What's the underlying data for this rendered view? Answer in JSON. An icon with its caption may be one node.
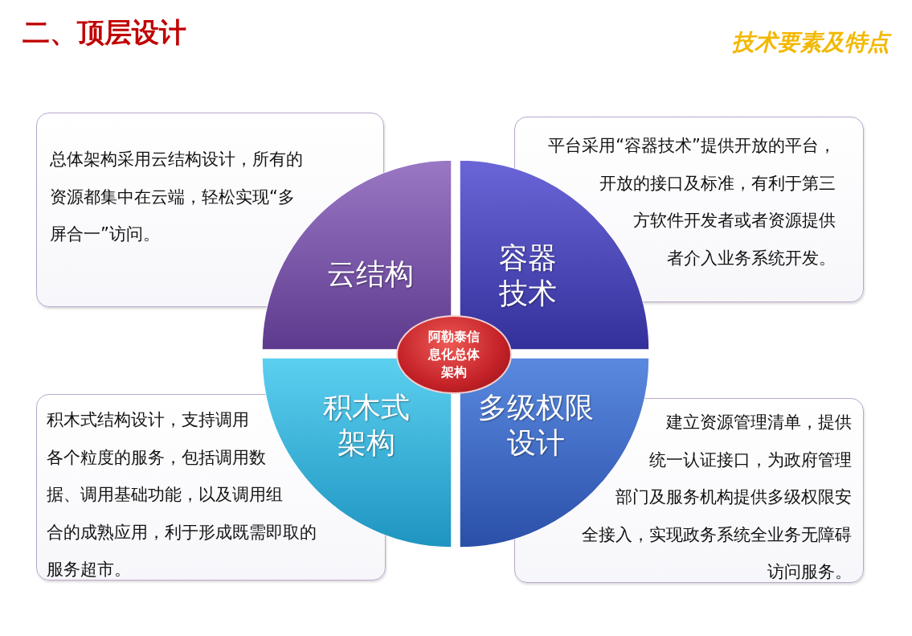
{
  "diagram": {
    "title": "二、顶层设计",
    "nodes": [
      {
        "text": [
          "总体架构采用云结构设计，所有的资源都集中在云端，轻松实现“多屏合一”访问。"
        ]
      },
      {
        "text": [
          "云结构"
        ]
      },
      {
        "text": [
          "容器技术"
        ]
      },
      {
        "text": [
          "平台采用“容器技术”提供开放的平台，开放的接口及标准，有利于第三方软件开发者或者资源提供者介入业务系统开发。"
        ]
      },
      {
        "text": [
          "积木式结构设计，支持调用各个粒度的服务，包括调用数据、调用基础功能，以及调用组合的成熟应用，利于形成既需即取的服务超市。"
        ]
      },
      {
        "text": [
          "积木式架构"
        ]
      },
      {
        "text": [
          "多级权限设计"
        ]
      },
      {
        "text": [
          "建立资源管理清单，提供统一认证接口，为政府管理部门及服务机构提供多级权限安全接入，实现政务系统全业务无障碍访问服务。"
        ]
      },
      {
        "text": [
          "阿勒泰信息化总体架构"
        ]
      }
    ],
    "labels": [
      "技术要素及特点"
    ]
  }
}
